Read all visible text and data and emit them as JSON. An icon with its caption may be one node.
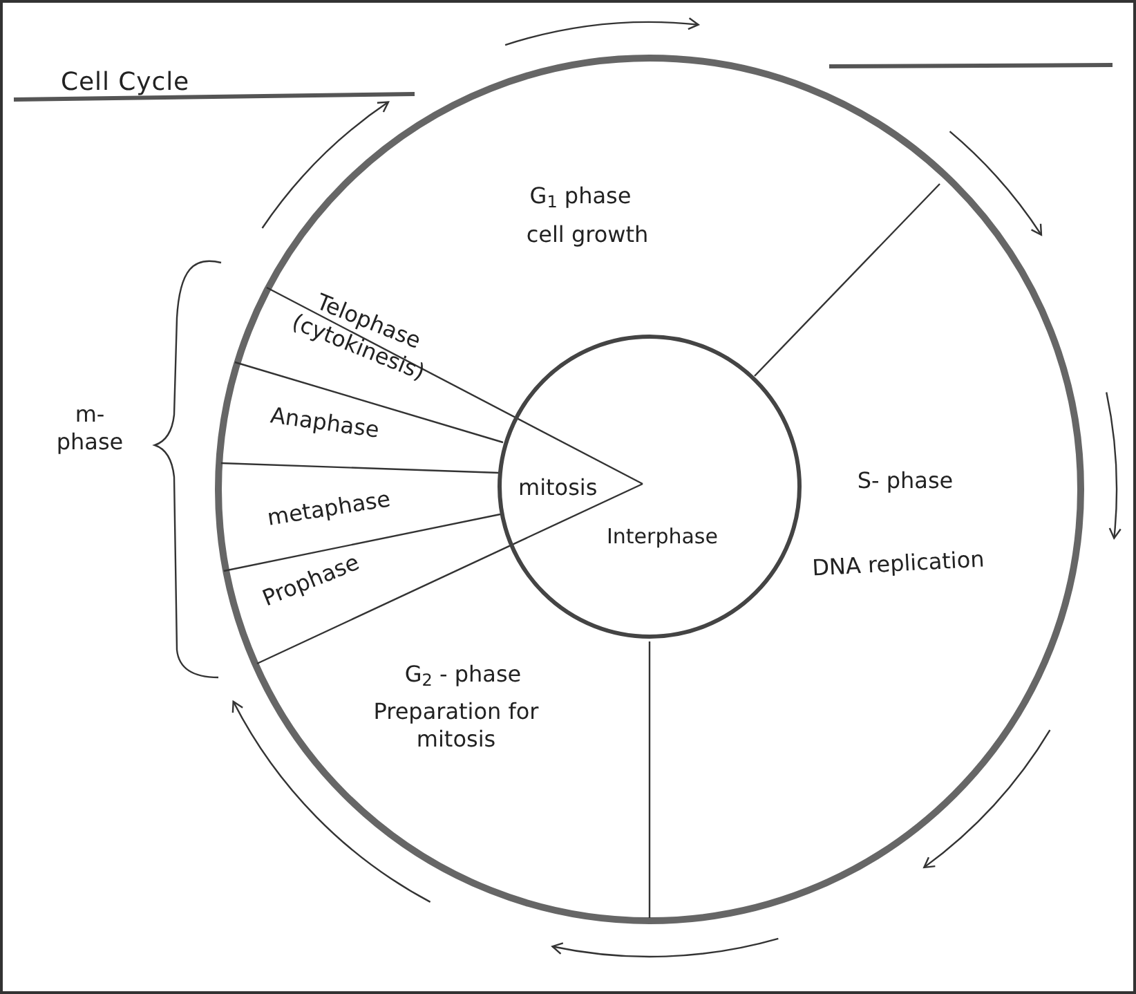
{
  "diagram": {
    "title": "Cell Cycle",
    "nodes": [
      {
        "text": [
          "mitosis",
          "Interphase"
        ]
      }
    ],
    "labels": [
      "G$_{1}$ phase",
      "cell growth",
      "Telophase (cytokinesis)",
      "m- phase",
      "Anaphase",
      "S- phase",
      "metaphase",
      "DNA replication",
      "Prophase",
      "G$_{2}$ - phase",
      "Preparation for mitosis"
    ]
  }
}
